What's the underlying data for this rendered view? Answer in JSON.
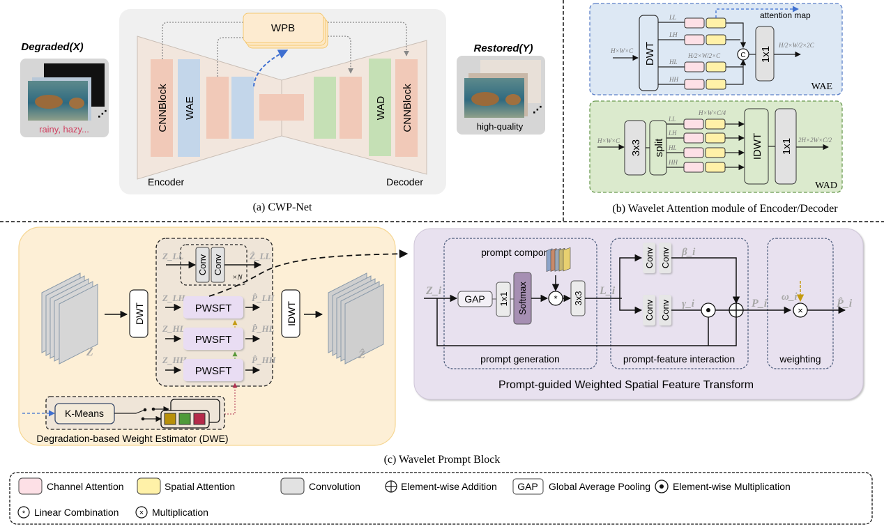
{
  "panel_a": {
    "caption": "(a) CWP-Net",
    "degraded_title": "Degraded(X)",
    "degraded_note": "rainy, hazy...",
    "restored_title": "Restored(Y)",
    "restored_note": "high-quality",
    "wpb_label": "WPB",
    "encoder_label": "Encoder",
    "decoder_label": "Decoder",
    "cnnblock_label": "CNNBlock",
    "wae_label": "WAE",
    "wad_label": "WAD",
    "ellipsis": "⋰"
  },
  "panel_b": {
    "caption": "(b) Wavelet Attention module of Encoder/Decoder",
    "wae": {
      "name": "WAE",
      "input_dim": "H×W×C",
      "dwt_label": "DWT",
      "bands": [
        "LL",
        "LH",
        "HL",
        "HH"
      ],
      "mid_dim": "H/2×W/2×C",
      "concat_symbol": "C",
      "conv_label": "1x1",
      "output_dim": "H/2×W/2×2C",
      "attention_map_label": "attention map"
    },
    "wad": {
      "name": "WAD",
      "input_dim": "H×W×C",
      "conv3_label": "3x3",
      "split_label": "split",
      "bands": [
        "LL",
        "LH",
        "HL",
        "HH"
      ],
      "mid_dim": "H×W×C/4",
      "idwt_label": "IDWT",
      "conv_label": "1x1",
      "output_dim": "2H×2W×C/2"
    }
  },
  "panel_c": {
    "caption": "(c) Wavelet Prompt Block",
    "input_label": "Z",
    "output_label": "Ẑ",
    "dwt_label": "DWT",
    "idwt_label": "IDWT",
    "ll_input": "Z_LL",
    "ll_output": "Ẑ_LL",
    "conv_label": "Conv",
    "repeat_label": "×N",
    "pwsft_label": "PWSFT",
    "rows": [
      {
        "in": "Z_LH",
        "out": "P̂_LH"
      },
      {
        "in": "Z_HL",
        "out": "P̂_HL"
      },
      {
        "in": "Z_HH",
        "out": "P̂_HH"
      }
    ],
    "kmeans_label": "K-Means",
    "dwe_label": "Degradation-based Weight Estimator (DWE)",
    "weight_colors": [
      "#b8900a",
      "#4f9a3a",
      "#b52a4a"
    ]
  },
  "pwsft": {
    "title": "Prompt-guided Weighted Spatial Feature Transform",
    "input": "Z_i",
    "gap_label": "GAP",
    "conv1_label": "1x1",
    "softmax_label": "Softmax",
    "prompt_components_label": "prompt components",
    "linear_symbol": "*",
    "conv3_label": "3x3",
    "l_label": "L_i",
    "conv_label": "Conv",
    "beta_label": "β_i",
    "gamma_label": "γ_i",
    "p_label": "P_i",
    "omega_label": "ω_i",
    "output": "P̂_i",
    "section_prompt_generation": "prompt generation",
    "section_interaction": "prompt-feature interaction",
    "section_weighting": "weighting"
  },
  "legend": {
    "items": [
      {
        "label": "Channel Attention",
        "swatch": "#fde0e6"
      },
      {
        "label": "Spatial Attention",
        "swatch": "#fff1a8"
      },
      {
        "label": "Convolution",
        "swatch": "#e2e2e2"
      },
      {
        "label": "Element-wise Addition",
        "symbol": "⊕"
      },
      {
        "label": "Global Average Pooling",
        "symbol": "GAP"
      },
      {
        "label": "Element-wise Multiplication",
        "symbol": "⊙"
      },
      {
        "label": "Linear Combination",
        "symbol": "⊛"
      },
      {
        "label": "Multiplication",
        "symbol": "⊗"
      }
    ]
  },
  "colors": {
    "encoder_red": "#f1c9b8",
    "wae_blue": "#c3d6ea",
    "wad_green": "#c5e0b5",
    "wpb_yellow": "#fde8c4",
    "wae_bg": "#dde8f4",
    "wad_bg": "#dbeacd",
    "wpb_bg": "#fdefd6",
    "pwsft_bg": "#e8e1ef",
    "pwsft_box": "#e9ddf3",
    "softmax": "#a68fb3"
  }
}
